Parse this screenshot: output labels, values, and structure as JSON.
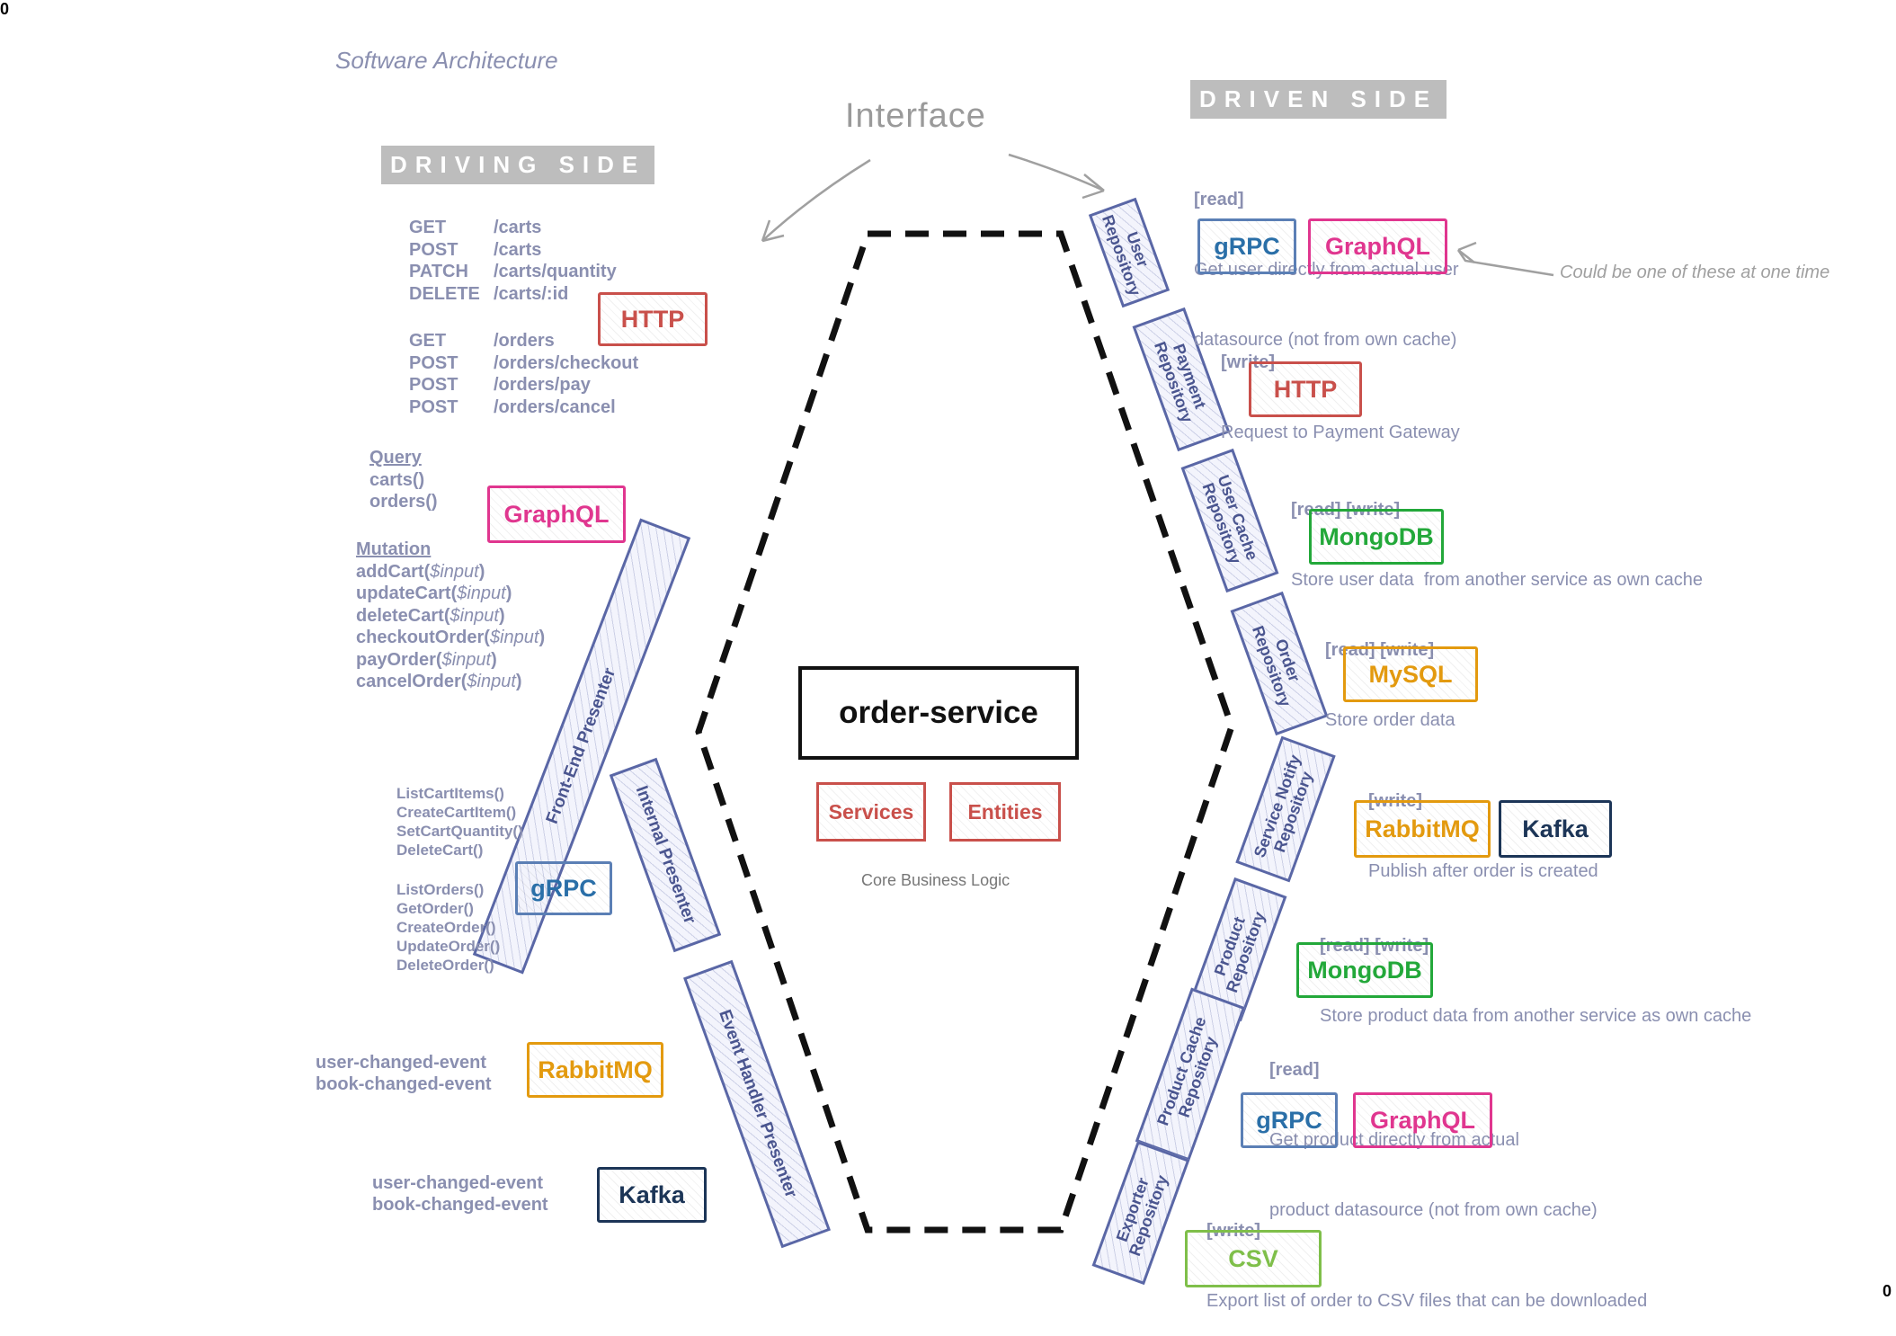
{
  "title": "Software Architecture",
  "driving_side_label": "DRIVING SIDE",
  "driven_side_label": "DRIVEN SIDE",
  "interface_label": "Interface",
  "alt_note": "Could be one of these at one time",
  "core": {
    "title": "order-service",
    "services": "Services",
    "entities": "Entities",
    "caption": "Core Business Logic"
  },
  "driving": {
    "http_routes_carts": [
      {
        "method": "GET",
        "path": "/carts"
      },
      {
        "method": "POST",
        "path": "/carts"
      },
      {
        "method": "PATCH",
        "path": "/carts/quantity"
      },
      {
        "method": "DELETE",
        "path": "/carts/:id"
      }
    ],
    "http_routes_orders": [
      {
        "method": "GET",
        "path": "/orders"
      },
      {
        "method": "POST",
        "path": "/orders/checkout"
      },
      {
        "method": "POST",
        "path": "/orders/pay"
      },
      {
        "method": "POST",
        "path": "/orders/cancel"
      }
    ],
    "http_badge": "HTTP",
    "graphql_query_heading": "Query",
    "graphql_queries": [
      "carts()",
      "orders()"
    ],
    "graphql_badge": "GraphQL",
    "graphql_mutation_heading": "Mutation",
    "graphql_mutations": [
      "addCart(",
      "updateCart(",
      "deleteCart(",
      "checkoutOrder(",
      "payOrder(",
      "cancelOrder("
    ],
    "graphql_param": "$input",
    "graphql_close": ")",
    "grpc_methods_carts": [
      "ListCartItems()",
      "CreateCartItem()",
      "SetCartQuantity()",
      "DeleteCart()"
    ],
    "grpc_methods_orders": [
      "ListOrders()",
      "GetOrder()",
      "CreateOrder()",
      "UpdateOrder()",
      "DeleteOrder()"
    ],
    "grpc_badge": "gRPC",
    "rabbitmq_events": [
      "user-changed-event",
      "book-changed-event"
    ],
    "rabbitmq_badge": "RabbitMQ",
    "kafka_events": [
      "user-changed-event",
      "book-changed-event"
    ],
    "kafka_badge": "Kafka",
    "presenters": {
      "frontend": "Front-End Presenter",
      "internal": "Internal Presenter",
      "event_handler": "Event Handler Presenter"
    }
  },
  "driven": {
    "repositories": [
      {
        "name": "User\nRepository",
        "tag": "[read]",
        "desc": [
          "Get user directly from actual user",
          "datasource (not from own cache)"
        ],
        "techs": [
          "gRPC",
          "GraphQL"
        ]
      },
      {
        "name": "Payment\nRepository",
        "tag": "[write]",
        "desc": [
          "Request to Payment Gateway"
        ],
        "techs": [
          "HTTP"
        ]
      },
      {
        "name": "User Cache\nRepository",
        "tag": "[read] [write]",
        "desc": [
          "Store user data  from another service as own cache"
        ],
        "techs": [
          "MongoDB"
        ]
      },
      {
        "name": "Order\nRepository",
        "tag": "[read] [write]",
        "desc": [
          "Store order data"
        ],
        "techs": [
          "MySQL"
        ]
      },
      {
        "name": "Service Notify\nRepository",
        "tag": "[write]",
        "desc": [
          "Publish after order is created"
        ],
        "techs": [
          "RabbitMQ",
          "Kafka"
        ]
      },
      {
        "name": "Product\nRepository",
        "tag": "[read] [write]",
        "desc": [
          "Store product data from another service as own cache"
        ],
        "techs": [
          "MongoDB"
        ]
      },
      {
        "name": "Product Cache\nRepository",
        "tag": "[read]",
        "desc": [
          "Get product directly from actual",
          "product datasource (not from own cache)"
        ],
        "techs": [
          "gRPC",
          "GraphQL"
        ]
      },
      {
        "name": "Exporter\nRepository",
        "tag": "[write]",
        "desc": [
          "Export list of order to CSV files that can be downloaded"
        ],
        "techs": [
          "CSV"
        ]
      }
    ]
  },
  "corner_mark_top": "0",
  "corner_mark_bottom": "0"
}
